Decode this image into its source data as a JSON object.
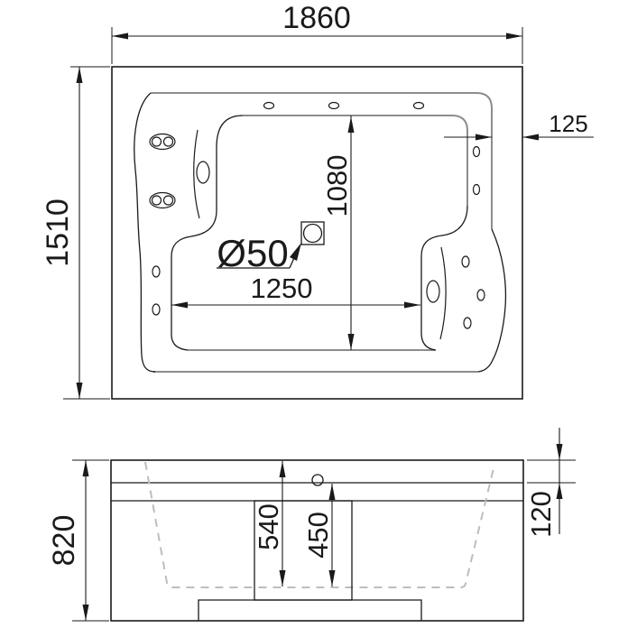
{
  "drawing": {
    "type": "bathtub-technical-drawing",
    "colors": {
      "line": "#1a1a1a",
      "basin_outline_gray": "#8c8c8c",
      "hidden_profile_dashed": "#bdbdbd",
      "background": "#ffffff"
    },
    "top_view": {
      "dim_overall_width": "1860",
      "dim_overall_depth": "1510",
      "dim_rim_width": "125",
      "dim_basin_inner_depth": "1080",
      "dim_footwell_width": "1250",
      "dim_drain_diameter": "Ø50"
    },
    "side_view": {
      "dim_overall_height": "820",
      "dim_depth_from_rim": "540",
      "dim_inner_depth": "450",
      "dim_rim_band_height": "120"
    }
  }
}
